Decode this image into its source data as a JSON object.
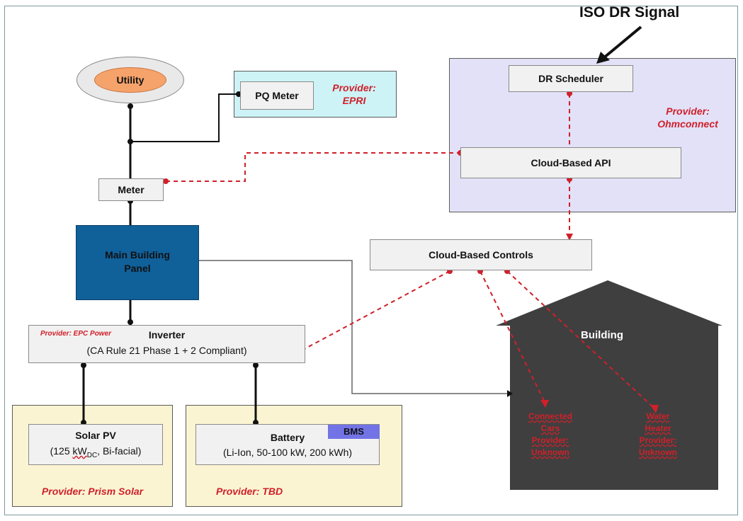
{
  "iso_signal": "ISO DR Signal",
  "utility": "Utility",
  "pq_meter": "PQ Meter",
  "pq_provider": "Provider:\nEPRI",
  "dr_scheduler": "DR Scheduler",
  "ohm_provider": "Provider:\nOhmconnect",
  "cloud_api": "Cloud-Based API",
  "meter": "Meter",
  "main_panel": "Main Building\nPanel",
  "cloud_controls": "Cloud-Based Controls",
  "inverter_provider": "Provider: EPC Power",
  "inverter_title": "Inverter",
  "inverter_sub": "(CA Rule 21 Phase 1 + 2 Compliant)",
  "building": "Building",
  "solar_title": "Solar PV",
  "solar_sub_pre": "(125 ",
  "solar_sub_unit": "kW",
  "solar_sub_dc": "DC",
  "solar_sub_post": ", Bi-facial)",
  "solar_provider": "Provider: Prism Solar",
  "battery_title": "Battery",
  "battery_sub": "(Li-Ion, 50-100 kW, 200 kWh)",
  "bms": "BMS",
  "battery_provider": "Provider: TBD",
  "bldg_item1": "Connected\nCars\nProvider:\nUnknown",
  "bldg_item2": "Water\nHeater\nProvider:\nUnknown",
  "colors": {
    "line_red": "#d0202a",
    "panel_blue": "#10609a",
    "cloud_bg": "#e2e1f8",
    "epri_bg": "#cdf3f6",
    "provider_bg": "#fbf4d2",
    "building": "#3f3f3f",
    "bms_bg": "#7274e6"
  }
}
